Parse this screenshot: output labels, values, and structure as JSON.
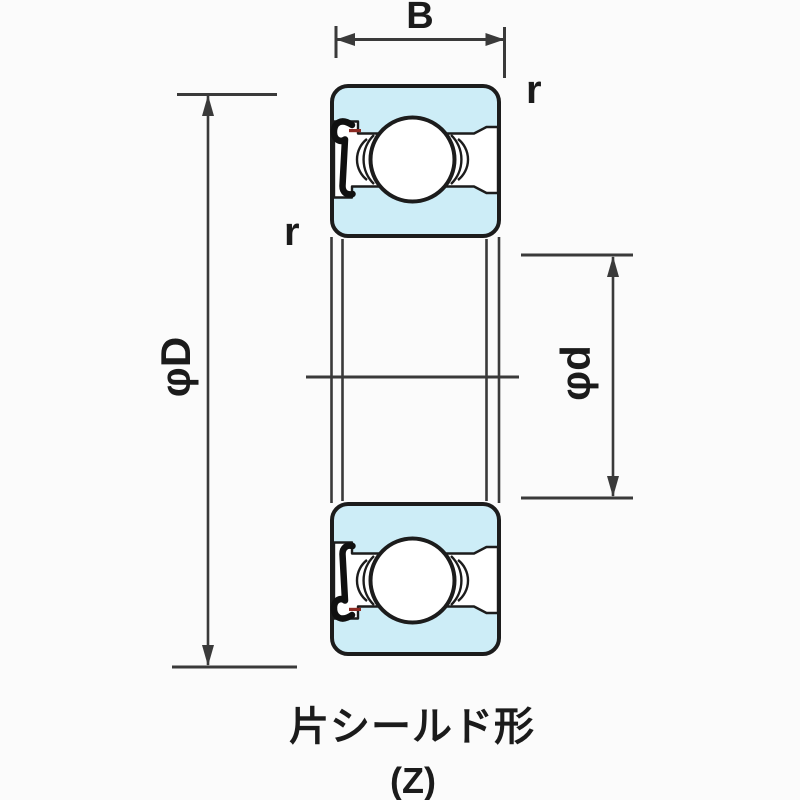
{
  "diagram": {
    "title_caption": {
      "line1": "片シールド形",
      "line2": "(Z)"
    },
    "dimensions": {
      "width_label": "B",
      "outer_diameter_label": "φD",
      "bore_diameter_label": "φd",
      "corner_radius_top_right_label": "r",
      "corner_radius_left_label": "r"
    },
    "colors": {
      "ring_fill": "#cdedf7",
      "outline": "#1c1c1c",
      "dimension_line": "#3a3a3a",
      "shield": "#101010",
      "accent_mark": "#8c2a22",
      "text_color": "#1b1b1b",
      "background": "#fbfbfb"
    }
  }
}
